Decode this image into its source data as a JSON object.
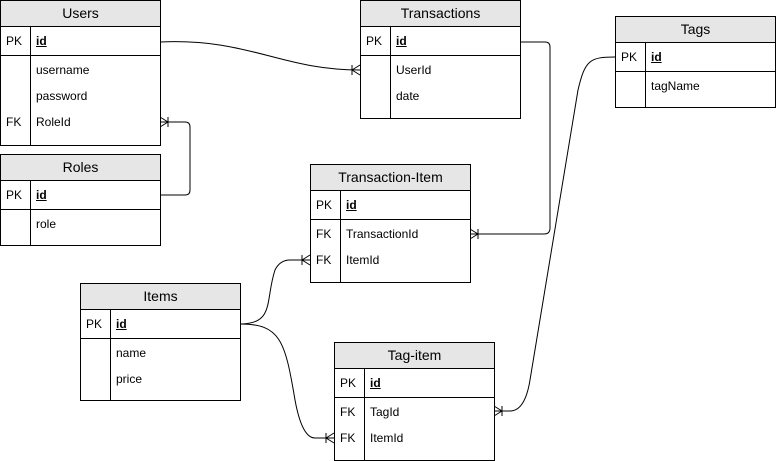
{
  "tables": {
    "users": {
      "title": "Users",
      "rows": [
        {
          "key": "PK",
          "field": "id"
        },
        {
          "key": "",
          "field": "username"
        },
        {
          "key": "",
          "field": "password"
        },
        {
          "key": "FK",
          "field": "RoleId"
        }
      ]
    },
    "roles": {
      "title": "Roles",
      "rows": [
        {
          "key": "PK",
          "field": "id"
        },
        {
          "key": "",
          "field": "role"
        }
      ]
    },
    "transactions": {
      "title": "Transactions",
      "rows": [
        {
          "key": "PK",
          "field": "id"
        },
        {
          "key": "",
          "field": "UserId"
        },
        {
          "key": "",
          "field": "date"
        }
      ]
    },
    "tags": {
      "title": "Tags",
      "rows": [
        {
          "key": "PK",
          "field": "id"
        },
        {
          "key": "",
          "field": "tagName"
        }
      ]
    },
    "transaction_item": {
      "title": "Transaction-Item",
      "rows": [
        {
          "key": "PK",
          "field": "id"
        },
        {
          "key": "FK",
          "field": "TransactionId"
        },
        {
          "key": "FK",
          "field": "ItemId"
        }
      ]
    },
    "items": {
      "title": "Items",
      "rows": [
        {
          "key": "PK",
          "field": "id"
        },
        {
          "key": "",
          "field": "name"
        },
        {
          "key": "",
          "field": "price"
        }
      ]
    },
    "tag_item": {
      "title": "Tag-item",
      "rows": [
        {
          "key": "PK",
          "field": "id"
        },
        {
          "key": "FK",
          "field": "TagId"
        },
        {
          "key": "FK",
          "field": "ItemId"
        }
      ]
    }
  },
  "relationships": [
    {
      "from": "Users.id",
      "to": "Transactions.UserId",
      "end": "many"
    },
    {
      "from": "Roles.id",
      "to": "Users.RoleId",
      "end": "many"
    },
    {
      "from": "Transactions.id",
      "to": "Transaction-Item.TransactionId",
      "end": "many"
    },
    {
      "from": "Items.id",
      "to": "Transaction-Item.ItemId",
      "end": "many"
    },
    {
      "from": "Items.id",
      "to": "Tag-item.ItemId",
      "end": "many"
    },
    {
      "from": "Tags.id",
      "to": "Tag-item.TagId",
      "end": "many"
    }
  ]
}
